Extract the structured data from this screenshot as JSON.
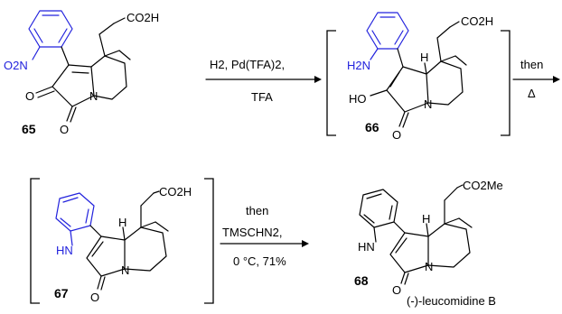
{
  "colors": {
    "ink": "#000000",
    "highlight": "#2222dd",
    "background": "#ffffff"
  },
  "compounds": [
    {
      "id": "c65",
      "number": "65",
      "labels": [
        "CO2H",
        "O2N",
        "O",
        "O",
        "N"
      ]
    },
    {
      "id": "c66",
      "number": "66",
      "labels": [
        "CO2H",
        "H2N",
        "HO",
        "O",
        "N",
        "H"
      ]
    },
    {
      "id": "c67",
      "number": "67",
      "labels": [
        "CO2H",
        "HN",
        "O",
        "N",
        "H"
      ]
    },
    {
      "id": "c68",
      "number": "68",
      "name": "(-)-leucomidine B",
      "labels": [
        "CO2Me",
        "HN",
        "O",
        "N",
        "H"
      ]
    }
  ],
  "steps": [
    {
      "id": "step1",
      "above": "H2, Pd(TFA)2,",
      "below": "TFA"
    },
    {
      "id": "step2",
      "above": "then",
      "below": "Δ"
    },
    {
      "id": "step3",
      "line1": "then",
      "line2": "TMSCHN2,",
      "line3": "0 °C, 71%"
    }
  ]
}
